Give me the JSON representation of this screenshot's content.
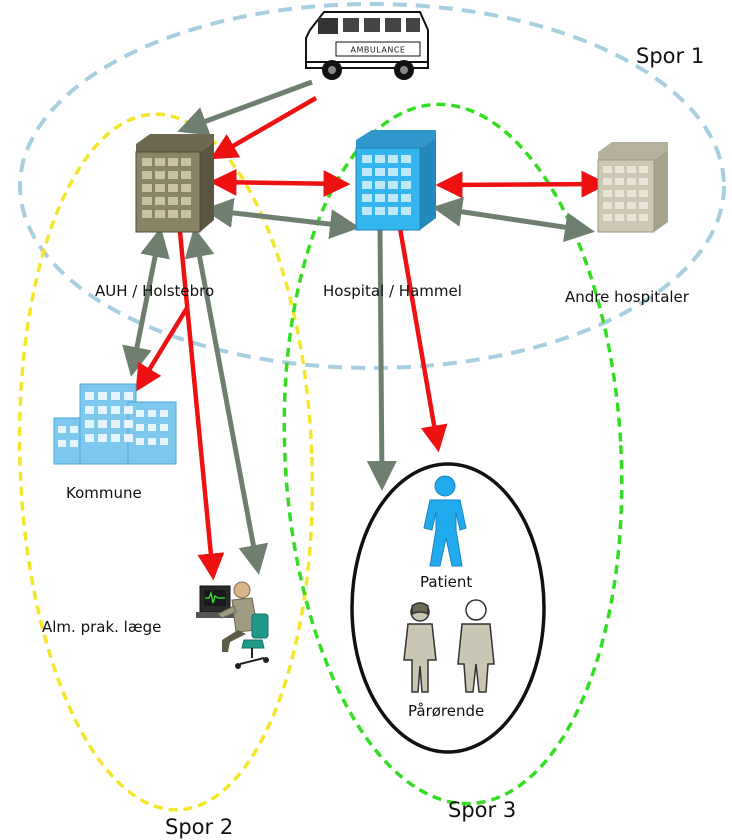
{
  "tracks": {
    "spor1": "Spor 1",
    "spor2": "Spor 2",
    "spor3": "Spor 3"
  },
  "nodes": {
    "ambulance_text": "AMBULANCE",
    "auh": "AUH / Holstebro",
    "hospital": "Hospital / Hammel",
    "andre": "Andre hospitaler",
    "kommune": "Kommune",
    "laege": "Alm. prak. læge",
    "patient": "Patient",
    "parorende": "Pårørende"
  },
  "colors": {
    "spor1": "#a8cfe0",
    "spor2": "#f4e62a",
    "spor3": "#33dd22",
    "arrow_red": "#ee1111",
    "arrow_gray": "#6f7f6f",
    "building_brown": "#8a8466",
    "building_blue": "#33b5ee",
    "building_beige": "#ccc8b4",
    "patient_blue": "#22aaee"
  }
}
